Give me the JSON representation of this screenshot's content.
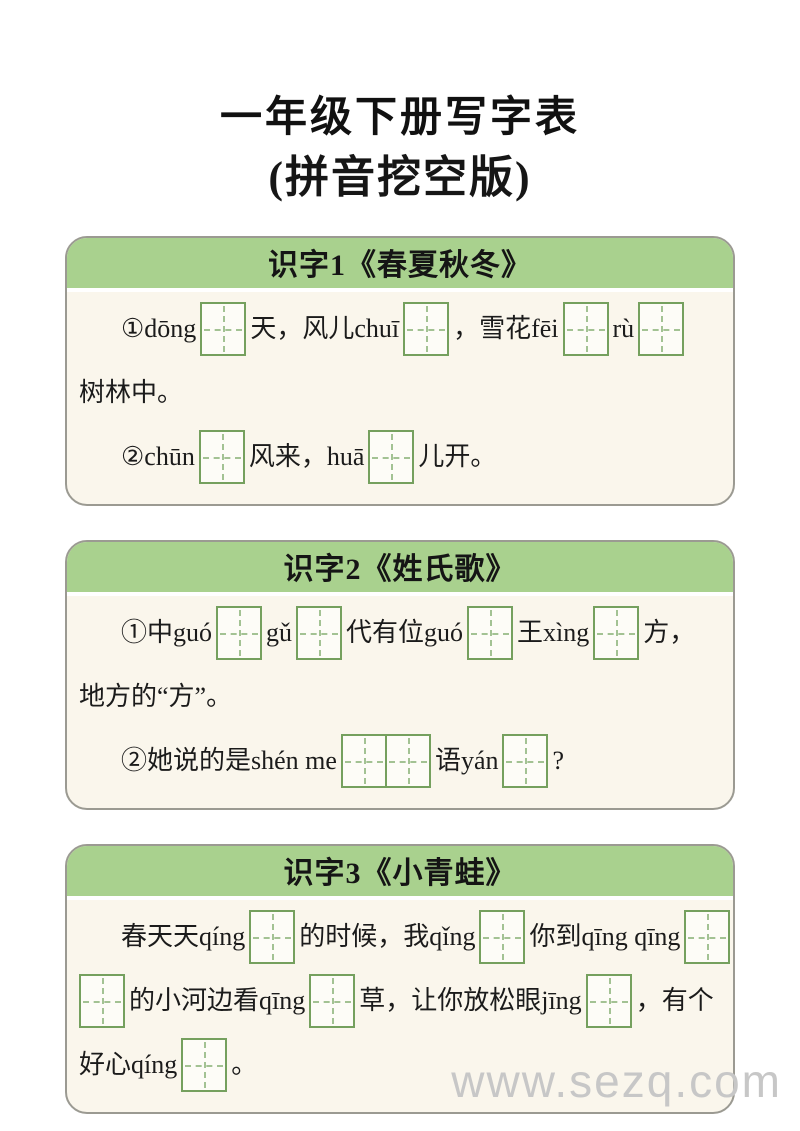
{
  "page": {
    "title": "一年级下册写字表",
    "subtitle": "(拼音挖空版)",
    "watermark": "www.sezq.com"
  },
  "colors": {
    "header_green": "#a9d18e",
    "card_background": "#faf6ec",
    "card_border": "#9b9a92",
    "box_border": "#75a05e",
    "box_dash": "#a3c293",
    "text": "#1b1b1b",
    "watermark": "#c7c7c7"
  },
  "sections": [
    {
      "title": "识字1《春夏秋冬》",
      "lines": [
        {
          "indent": true,
          "parts": [
            {
              "t": "①dōng"
            },
            {
              "box": 1
            },
            {
              "t": "天，风儿chuī"
            },
            {
              "box": 1
            },
            {
              "t": "，雪花fēi"
            },
            {
              "box": 1
            },
            {
              "t": "rù"
            },
            {
              "box": 1
            }
          ]
        },
        {
          "indent": false,
          "parts": [
            {
              "t": "树林中。"
            }
          ]
        },
        {
          "indent": true,
          "parts": [
            {
              "t": "②chūn"
            },
            {
              "box": 1
            },
            {
              "t": "风来，huā"
            },
            {
              "box": 1
            },
            {
              "t": "儿开。"
            }
          ]
        }
      ]
    },
    {
      "title": "识字2《姓氏歌》",
      "lines": [
        {
          "indent": true,
          "parts": [
            {
              "t": "①中guó"
            },
            {
              "box": 1
            },
            {
              "t": "gǔ"
            },
            {
              "box": 1
            },
            {
              "t": "代有位guó"
            },
            {
              "box": 1
            },
            {
              "t": "王xìng"
            },
            {
              "box": 1
            },
            {
              "t": "方，"
            }
          ]
        },
        {
          "indent": false,
          "parts": [
            {
              "t": "地方的“方”。"
            }
          ]
        },
        {
          "indent": true,
          "parts": [
            {
              "t": "②她说的是shén me"
            },
            {
              "box": 2
            },
            {
              "t": "语yán"
            },
            {
              "box": 1
            },
            {
              "t": "?"
            }
          ]
        }
      ]
    },
    {
      "title": "识字3《小青蛙》",
      "lines": [
        {
          "indent": true,
          "parts": [
            {
              "t": "春天天qíng"
            },
            {
              "box": 1
            },
            {
              "t": "的时候，我qǐng"
            },
            {
              "box": 1
            },
            {
              "t": "你到qīng qīng"
            },
            {
              "box": 1
            }
          ]
        },
        {
          "indent": false,
          "parts": [
            {
              "box": 1
            },
            {
              "t": "的小河边看qīng"
            },
            {
              "box": 1
            },
            {
              "t": "草，让你放松眼jīng"
            },
            {
              "box": 1
            },
            {
              "t": "，有个"
            }
          ]
        },
        {
          "indent": false,
          "parts": [
            {
              "t": "好心qíng"
            },
            {
              "box": 1
            },
            {
              "t": "。"
            }
          ]
        }
      ]
    }
  ]
}
